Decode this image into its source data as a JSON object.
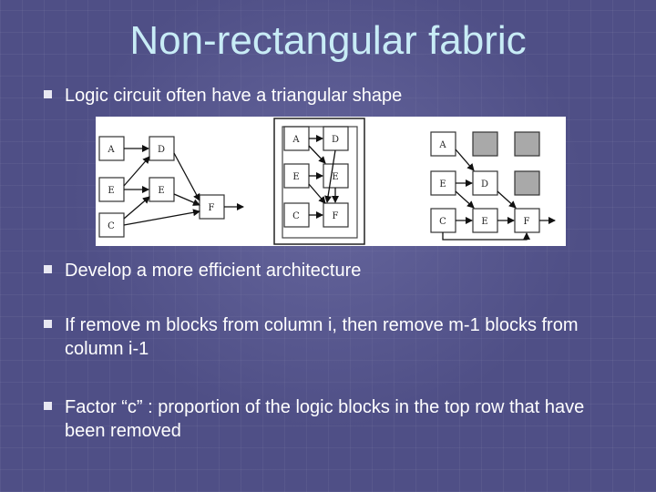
{
  "slide": {
    "title": "Non-rectangular fabric",
    "bullets": [
      "Logic circuit often have a triangular shape",
      "Develop a more efficient architecture",
      "If remove m blocks from column i, then remove m-1 blocks from column i-1",
      "Factor “c” : proportion of the logic blocks in the top row that have been removed"
    ]
  },
  "figure": {
    "panel_a": {
      "labels": [
        "A",
        "D",
        "E",
        "E",
        "C",
        "F"
      ]
    },
    "panel_b": {
      "labels": [
        "A",
        "D",
        "E",
        "E",
        "C",
        "F"
      ]
    },
    "panel_c": {
      "labels": [
        "A",
        "E",
        "D",
        "C",
        "E",
        "F"
      ]
    }
  },
  "colors": {
    "title": "#c8ecf6",
    "text": "#ffffff",
    "background": "#4f4f86",
    "removed_block": "#a9a9a9"
  }
}
